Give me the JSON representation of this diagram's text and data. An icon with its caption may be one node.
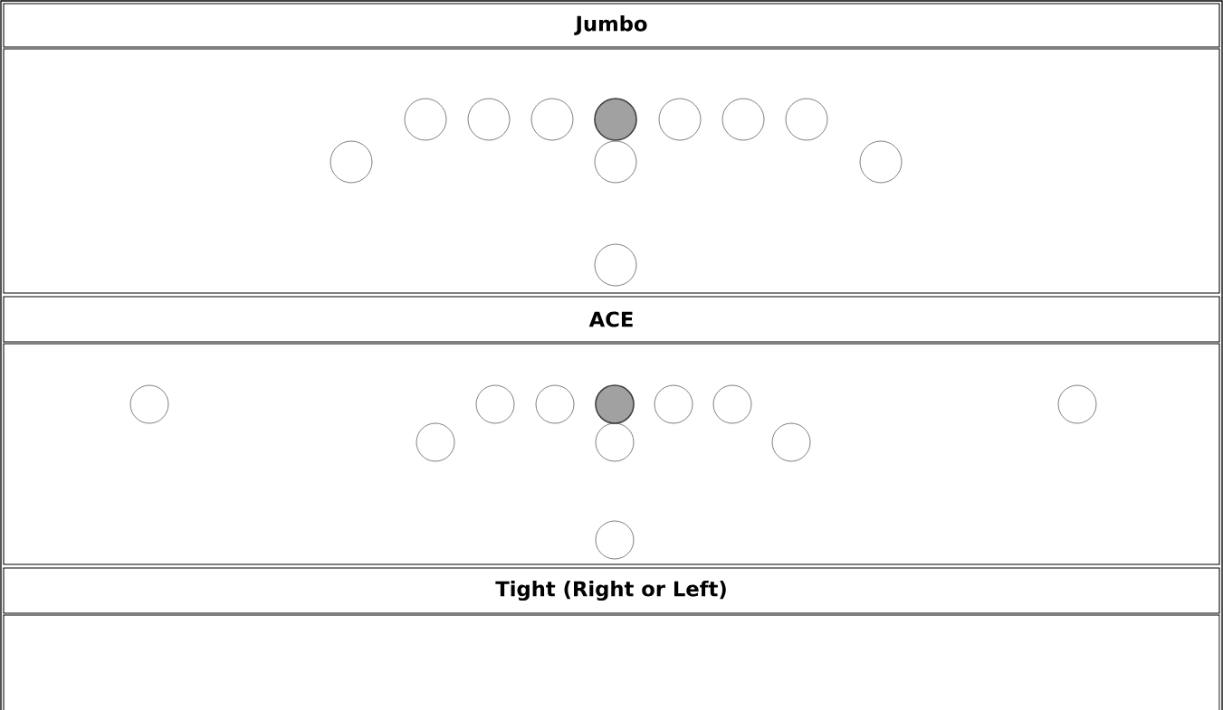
{
  "diagram": {
    "nodes": [
      {
        "text": [
          "Jumbo"
        ]
      },
      {
        "text": [],
        "shape": "box"
      },
      {
        "text": [],
        "shape": "circle",
        "in": 1
      },
      {
        "text": [],
        "shape": "circle",
        "in": 1
      },
      {
        "text": [],
        "shape": "circle",
        "in": 1
      },
      {
        "text": [],
        "shape": "circle",
        "in": 1
      },
      {
        "text": [],
        "shape": "circle",
        "in": 1
      },
      {
        "text": [],
        "shape": "circle",
        "in": 1
      },
      {
        "text": [],
        "shape": "circle",
        "in": 1
      },
      {
        "text": [],
        "shape": "circle",
        "in": 1
      },
      {
        "text": [],
        "shape": "circle",
        "in": 1
      },
      {
        "text": [],
        "shape": "circle",
        "in": 1
      },
      {
        "text": [],
        "shape": "circle",
        "in": 1
      },
      {
        "text": [
          "ACE"
        ]
      },
      {
        "text": [],
        "shape": "box"
      },
      {
        "text": [],
        "shape": "circle",
        "in": 14
      },
      {
        "text": [],
        "shape": "circle",
        "in": 14
      },
      {
        "text": [],
        "shape": "circle",
        "in": 14
      },
      {
        "text": [],
        "shape": "circle",
        "in": 14
      },
      {
        "text": [],
        "shape": "circle",
        "in": 14
      },
      {
        "text": [],
        "shape": "circle",
        "in": 14
      },
      {
        "text": [],
        "shape": "circle",
        "in": 14
      },
      {
        "text": [],
        "shape": "circle",
        "in": 14
      },
      {
        "text": [],
        "shape": "circle",
        "in": 14
      },
      {
        "text": [],
        "shape": "circle",
        "in": 14
      },
      {
        "text": [],
        "shape": "circle",
        "in": 14
      },
      {
        "text": [
          "Tight (Right or Left)"
        ]
      },
      {
        "text": [],
        "shape": "box"
      }
    ]
  }
}
